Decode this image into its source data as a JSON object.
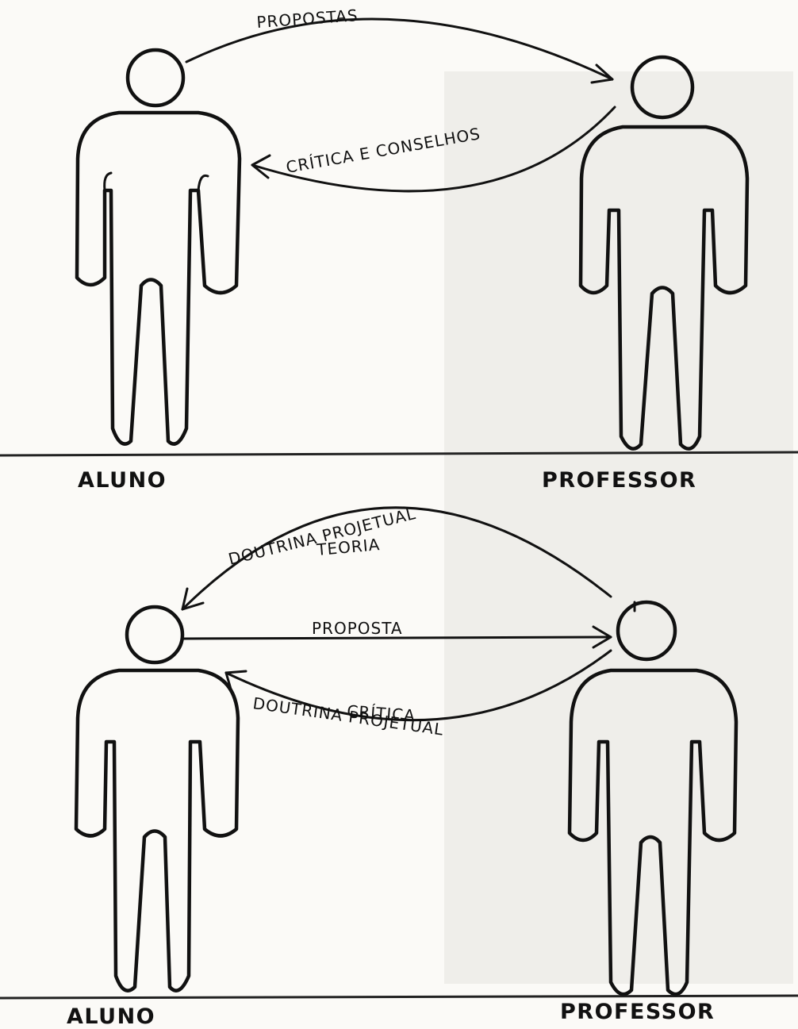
{
  "panels": [
    {
      "left_figure_label": "ALUNO",
      "right_figure_label": "PROFESSOR",
      "arrows": [
        {
          "label": "PROPOSTAS",
          "direction": "aluno-to-professor"
        },
        {
          "label": "CRÍTICA E CONSELHOS",
          "direction": "professor-to-aluno"
        }
      ]
    },
    {
      "left_figure_label": "ALUNO",
      "right_figure_label": "PROFESSOR",
      "arrows": [
        {
          "label_line1": "DOUTRINA PROJETUAL",
          "label_line2": "TEORIA",
          "direction": "professor-to-aluno"
        },
        {
          "label": "PROPOSTA",
          "direction": "aluno-to-professor"
        },
        {
          "label_line1": "CRÍTICA",
          "label_line2": "DOUTRINA PROJETUAL",
          "direction": "professor-to-aluno"
        }
      ]
    }
  ]
}
